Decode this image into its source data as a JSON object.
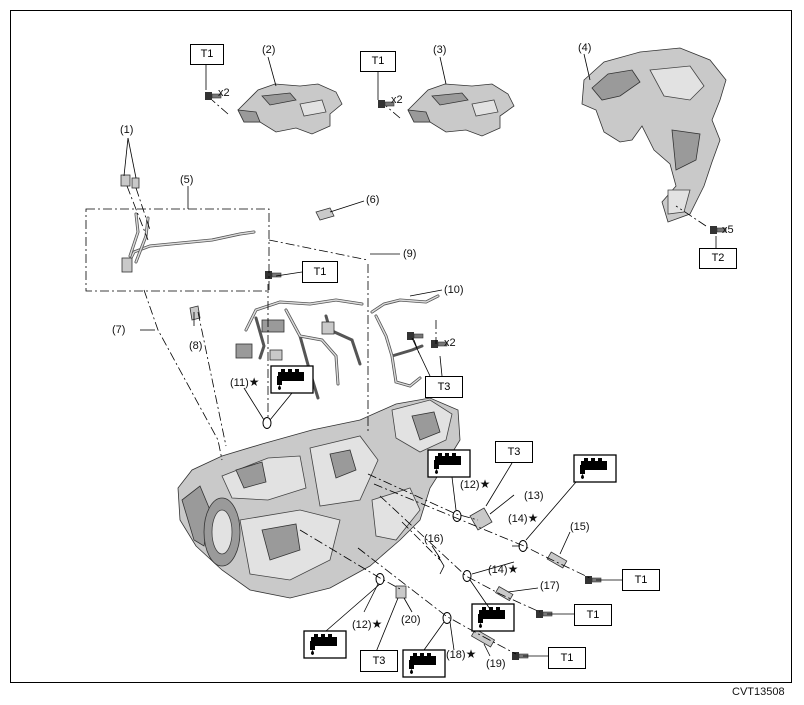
{
  "torque_labels": {
    "t1": "T1",
    "t2": "T2",
    "t3": "T3"
  },
  "quantities": {
    "x2": "x2",
    "x5": "x5"
  },
  "star": "★",
  "callouts": {
    "p1": "(1)",
    "p2": "(2)",
    "p3": "(3)",
    "p4": "(4)",
    "p5": "(5)",
    "p6": "(6)",
    "p7": "(7)",
    "p8": "(8)",
    "p9": "(9)",
    "p10": "(10)",
    "p11": "(11)",
    "p12": "(12)",
    "p13": "(13)",
    "p14": "(14)",
    "p15": "(15)",
    "p16": "(16)",
    "p17": "(17)",
    "p18": "(18)",
    "p19": "(19)",
    "p20": "(20)"
  },
  "figure_code": "CVT13508",
  "icons": {
    "fluid": "fluid-application-icon",
    "bolt": "bolt-icon"
  }
}
